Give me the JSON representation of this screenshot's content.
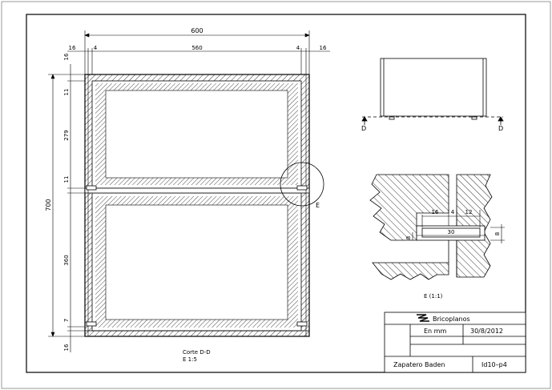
{
  "section_view": {
    "dims_top": {
      "total": "600",
      "left_outer": "16",
      "left_inner": "4",
      "middle": "560",
      "right_inner": "4",
      "right_outer": "16"
    },
    "dims_left": {
      "total": "700",
      "d1": "16",
      "d2": "11",
      "d3": "279",
      "d4": "11",
      "d5": "360",
      "d6": "7",
      "d7": "16"
    },
    "caption_line1": "Corte D-D",
    "caption_line2": "E 1:5",
    "detail_marker": "E"
  },
  "front_view": {
    "cut_left": "D",
    "cut_right": "D"
  },
  "detail_view": {
    "dim_16": "16",
    "dim_4": "4",
    "dim_12": "12",
    "dim_30": "30",
    "dim_8_left": "8",
    "dim_8_right": "8",
    "caption": "E (1:1)"
  },
  "title_block": {
    "company": "Bricoplanos",
    "units": "En mm",
    "date": "30/8/2012",
    "project": "Zapatero Baden",
    "sheet_id": "Id10–p4"
  }
}
